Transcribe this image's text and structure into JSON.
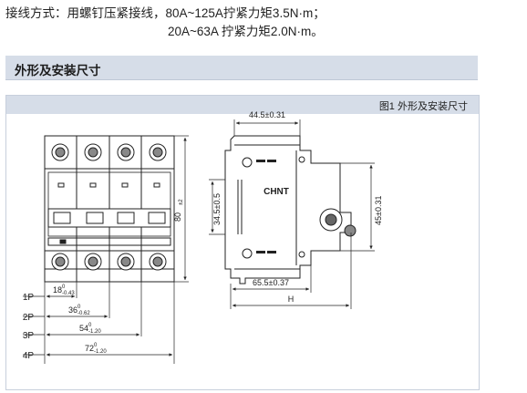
{
  "intro": {
    "line1": "接线方式：用螺钉压紧接线，80A~125A拧紧力矩3.5N·m；",
    "line2": "20A~63A 拧紧力矩2.0N·m。"
  },
  "section": {
    "title": "外形及安装尺寸"
  },
  "figure": {
    "caption": "图1  外形及安装尺寸",
    "front": {
      "height_dim": "80",
      "height_tol": "±2",
      "pole_labels": [
        "1P",
        "2P",
        "3P",
        "4P"
      ],
      "width_dims": [
        {
          "value": "18",
          "upper": "0",
          "lower": "-0.43"
        },
        {
          "value": "36",
          "upper": "0",
          "lower": "-0.62"
        },
        {
          "value": "54",
          "upper": "0",
          "lower": "-1.20"
        },
        {
          "value": "72",
          "upper": "0",
          "lower": "-1.20"
        }
      ]
    },
    "side": {
      "top_dim": "44.5±0.31",
      "left_dim": "34.5±0.5",
      "right_dim": "45±0.31",
      "bottom_dim": "65.5±0.37",
      "total_dim": "H",
      "brand": "CHNT"
    }
  }
}
